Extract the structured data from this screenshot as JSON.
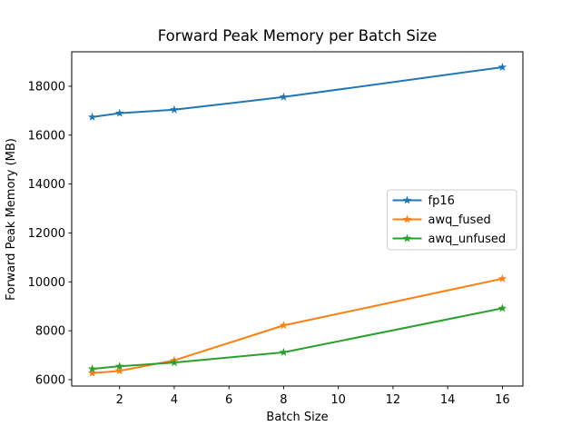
{
  "figure": {
    "background": "#ffffff",
    "axes_edge_color": "#000000",
    "text_color": "#000000"
  },
  "chart_data": {
    "type": "line",
    "title": "Forward Peak Memory per Batch Size",
    "xlabel": "Batch Size",
    "ylabel": "Forward Peak Memory (MB)",
    "x": [
      1,
      2,
      4,
      8,
      16
    ],
    "series": [
      {
        "name": "fp16",
        "color": "#1f77b4",
        "marker": "star",
        "values": [
          16740,
          16900,
          17040,
          17560,
          18780
        ]
      },
      {
        "name": "awq_fused",
        "color": "#ff7f0e",
        "marker": "star",
        "values": [
          6270,
          6360,
          6790,
          8220,
          10130
        ]
      },
      {
        "name": "awq_unfused",
        "color": "#2ca02c",
        "marker": "star",
        "values": [
          6440,
          6550,
          6700,
          7120,
          8920
        ]
      }
    ],
    "xticks": [
      2,
      4,
      6,
      8,
      10,
      12,
      14,
      16
    ],
    "yticks": [
      6000,
      8000,
      10000,
      12000,
      14000,
      16000,
      18000
    ],
    "xlim": [
      0.25,
      16.75
    ],
    "ylim": [
      5740,
      19410
    ],
    "grid": false,
    "legend": {
      "position": "center right",
      "border_color": "#cccccc",
      "background": "#ffffff"
    }
  }
}
